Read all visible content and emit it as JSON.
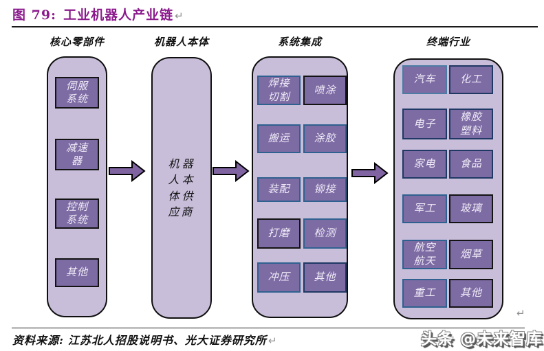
{
  "caption": {
    "label": "图 79:",
    "title": "工业机器人产业链",
    "return_mark": "↵"
  },
  "columns": [
    {
      "header": "核心零部件",
      "nodes": [
        {
          "label": "伺服\n系统",
          "border": "black"
        },
        {
          "label": "减速\n器",
          "border": "black"
        },
        {
          "label": "控制\n系统",
          "border": "black"
        },
        {
          "label": "其他",
          "border": "black"
        }
      ]
    },
    {
      "header": "机器人本体",
      "body": "机器人本体供应商"
    },
    {
      "header": "系统集成",
      "nodes": [
        {
          "label": "焊接\n切割",
          "border": "steel"
        },
        {
          "label": "喷涂",
          "border": "black"
        },
        {
          "label": "搬运",
          "border": "steel"
        },
        {
          "label": "涂胶",
          "border": "steel"
        },
        {
          "label": "装配",
          "border": "steel"
        },
        {
          "label": "铆接",
          "border": "steel"
        },
        {
          "label": "打磨",
          "border": "black"
        },
        {
          "label": "检测",
          "border": "steel"
        },
        {
          "label": "冲压",
          "border": "steel"
        },
        {
          "label": "其他",
          "border": "navy"
        }
      ]
    },
    {
      "header": "终端行业",
      "nodes": [
        {
          "label": "汽车",
          "border": "lightsteel"
        },
        {
          "label": "化工",
          "border": "navy"
        },
        {
          "label": "电子",
          "border": "navy"
        },
        {
          "label": "橡胶\n塑料",
          "border": "navy"
        },
        {
          "label": "家电",
          "border": "navy"
        },
        {
          "label": "食品",
          "border": "navy"
        },
        {
          "label": "军工",
          "border": "steel"
        },
        {
          "label": "玻璃",
          "border": "black"
        },
        {
          "label": "航空\n航天",
          "border": "steel"
        },
        {
          "label": "烟草",
          "border": "black"
        },
        {
          "label": "重工",
          "border": "steel"
        },
        {
          "label": "其他",
          "border": "black"
        }
      ]
    }
  ],
  "source": {
    "label": "资料来源:",
    "text": "江苏北人招股说明书、光大证券研究所",
    "return_mark": "↵"
  },
  "container_return_mark": "↵",
  "watermark": "头条 @未来智库",
  "colors": {
    "title": "#8B1A8C",
    "container_fill": "#C8BEDA",
    "node_fill": "#7D6BA4",
    "node_text": "#F0EBF7",
    "border_black": "#131313",
    "border_steel": "#2E618F",
    "border_navy": "#1F3864",
    "border_light_steel": "#4C7CA4",
    "arrow_fill": "#8064A2"
  }
}
